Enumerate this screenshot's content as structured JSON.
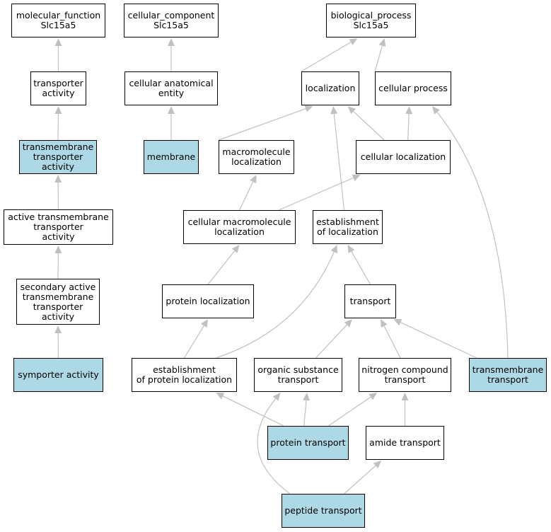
{
  "colors": {
    "highlight": "#add8e6",
    "node_fill": "#ffffff",
    "node_border": "#000000",
    "edge": "#c0c0c0"
  },
  "nodes": {
    "mf_root": {
      "label": "molecular_function\nSlc15a5",
      "highlighted": false
    },
    "cc_root": {
      "label": "cellular_component\nSlc15a5",
      "highlighted": false
    },
    "bp_root": {
      "label": "biological_process\nSlc15a5",
      "highlighted": false
    },
    "transporter_activity": {
      "label": "transporter\nactivity",
      "highlighted": false
    },
    "cellular_anatomical_entity": {
      "label": "cellular anatomical\nentity",
      "highlighted": false
    },
    "localization": {
      "label": "localization",
      "highlighted": false
    },
    "cellular_process": {
      "label": "cellular process",
      "highlighted": false
    },
    "transmembrane_transporter_activity": {
      "label": "transmembrane\ntransporter\nactivity",
      "highlighted": true
    },
    "membrane": {
      "label": "membrane",
      "highlighted": true
    },
    "macromolecule_localization": {
      "label": "macromolecule\nlocalization",
      "highlighted": false
    },
    "cellular_localization": {
      "label": "cellular localization",
      "highlighted": false
    },
    "active_transmembrane_transporter_activity": {
      "label": "active transmembrane\ntransporter\nactivity",
      "highlighted": false
    },
    "cellular_macromolecule_localization": {
      "label": "cellular macromolecule\nlocalization",
      "highlighted": false
    },
    "establishment_of_localization": {
      "label": "establishment\nof localization",
      "highlighted": false
    },
    "secondary_active_transmembrane_transporter_activity": {
      "label": "secondary active\ntransmembrane\ntransporter\nactivity",
      "highlighted": false
    },
    "protein_localization": {
      "label": "protein localization",
      "highlighted": false
    },
    "transport": {
      "label": "transport",
      "highlighted": false
    },
    "symporter_activity": {
      "label": "symporter activity",
      "highlighted": true
    },
    "establishment_of_protein_localization": {
      "label": "establishment\nof protein localization",
      "highlighted": false
    },
    "organic_substance_transport": {
      "label": "organic substance\ntransport",
      "highlighted": false
    },
    "nitrogen_compound_transport": {
      "label": "nitrogen compound\ntransport",
      "highlighted": false
    },
    "transmembrane_transport": {
      "label": "transmembrane\ntransport",
      "highlighted": true
    },
    "protein_transport": {
      "label": "protein transport",
      "highlighted": true
    },
    "amide_transport": {
      "label": "amide transport",
      "highlighted": false
    },
    "peptide_transport": {
      "label": "peptide transport",
      "highlighted": true
    }
  },
  "edges": [
    {
      "from": "transporter_activity",
      "to": "mf_root"
    },
    {
      "from": "transmembrane_transporter_activity",
      "to": "transporter_activity"
    },
    {
      "from": "active_transmembrane_transporter_activity",
      "to": "transmembrane_transporter_activity"
    },
    {
      "from": "secondary_active_transmembrane_transporter_activity",
      "to": "active_transmembrane_transporter_activity"
    },
    {
      "from": "symporter_activity",
      "to": "secondary_active_transmembrane_transporter_activity"
    },
    {
      "from": "cellular_anatomical_entity",
      "to": "cc_root"
    },
    {
      "from": "membrane",
      "to": "cellular_anatomical_entity"
    },
    {
      "from": "localization",
      "to": "bp_root"
    },
    {
      "from": "cellular_process",
      "to": "bp_root"
    },
    {
      "from": "macromolecule_localization",
      "to": "localization"
    },
    {
      "from": "cellular_localization",
      "to": "localization"
    },
    {
      "from": "cellular_localization",
      "to": "cellular_process"
    },
    {
      "from": "establishment_of_localization",
      "to": "localization"
    },
    {
      "from": "cellular_macromolecule_localization",
      "to": "macromolecule_localization"
    },
    {
      "from": "cellular_macromolecule_localization",
      "to": "cellular_localization"
    },
    {
      "from": "protein_localization",
      "to": "cellular_macromolecule_localization"
    },
    {
      "from": "transport",
      "to": "establishment_of_localization"
    },
    {
      "from": "establishment_of_protein_localization",
      "to": "protein_localization"
    },
    {
      "from": "establishment_of_protein_localization",
      "to": "establishment_of_localization"
    },
    {
      "from": "organic_substance_transport",
      "to": "transport"
    },
    {
      "from": "nitrogen_compound_transport",
      "to": "transport"
    },
    {
      "from": "transmembrane_transport",
      "to": "transport"
    },
    {
      "from": "transmembrane_transport",
      "to": "cellular_process"
    },
    {
      "from": "protein_transport",
      "to": "establishment_of_protein_localization"
    },
    {
      "from": "protein_transport",
      "to": "organic_substance_transport"
    },
    {
      "from": "protein_transport",
      "to": "nitrogen_compound_transport"
    },
    {
      "from": "amide_transport",
      "to": "nitrogen_compound_transport"
    },
    {
      "from": "peptide_transport",
      "to": "amide_transport"
    },
    {
      "from": "peptide_transport",
      "to": "organic_substance_transport"
    }
  ]
}
